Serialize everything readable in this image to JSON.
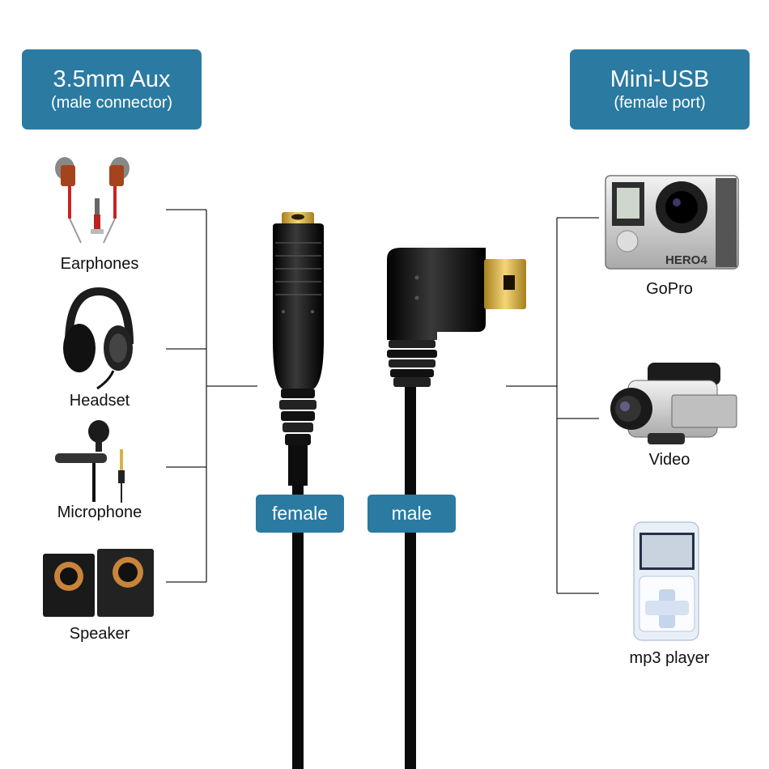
{
  "headers": {
    "left": {
      "title": "3.5mm Aux",
      "subtitle": "(male connector)"
    },
    "right": {
      "title": "Mini-USB",
      "subtitle": "(female port)"
    }
  },
  "cable_tags": {
    "female": "female",
    "male": "male"
  },
  "left_devices": [
    {
      "label": "Earphones",
      "icon": "earphones-icon"
    },
    {
      "label": "Headset",
      "icon": "headset-icon"
    },
    {
      "label": "Microphone",
      "icon": "microphone-icon"
    },
    {
      "label": "Speaker",
      "icon": "speaker-icon"
    }
  ],
  "right_devices": [
    {
      "label": "GoPro",
      "icon": "gopro-icon",
      "model_text": "HERO4"
    },
    {
      "label": "Video",
      "icon": "camcorder-icon"
    },
    {
      "label": "mp3 player",
      "icon": "mp3-player-icon"
    }
  ],
  "colors": {
    "accent": "#2a7aa1",
    "gold": "#d9b24a",
    "cable": "#111111"
  }
}
